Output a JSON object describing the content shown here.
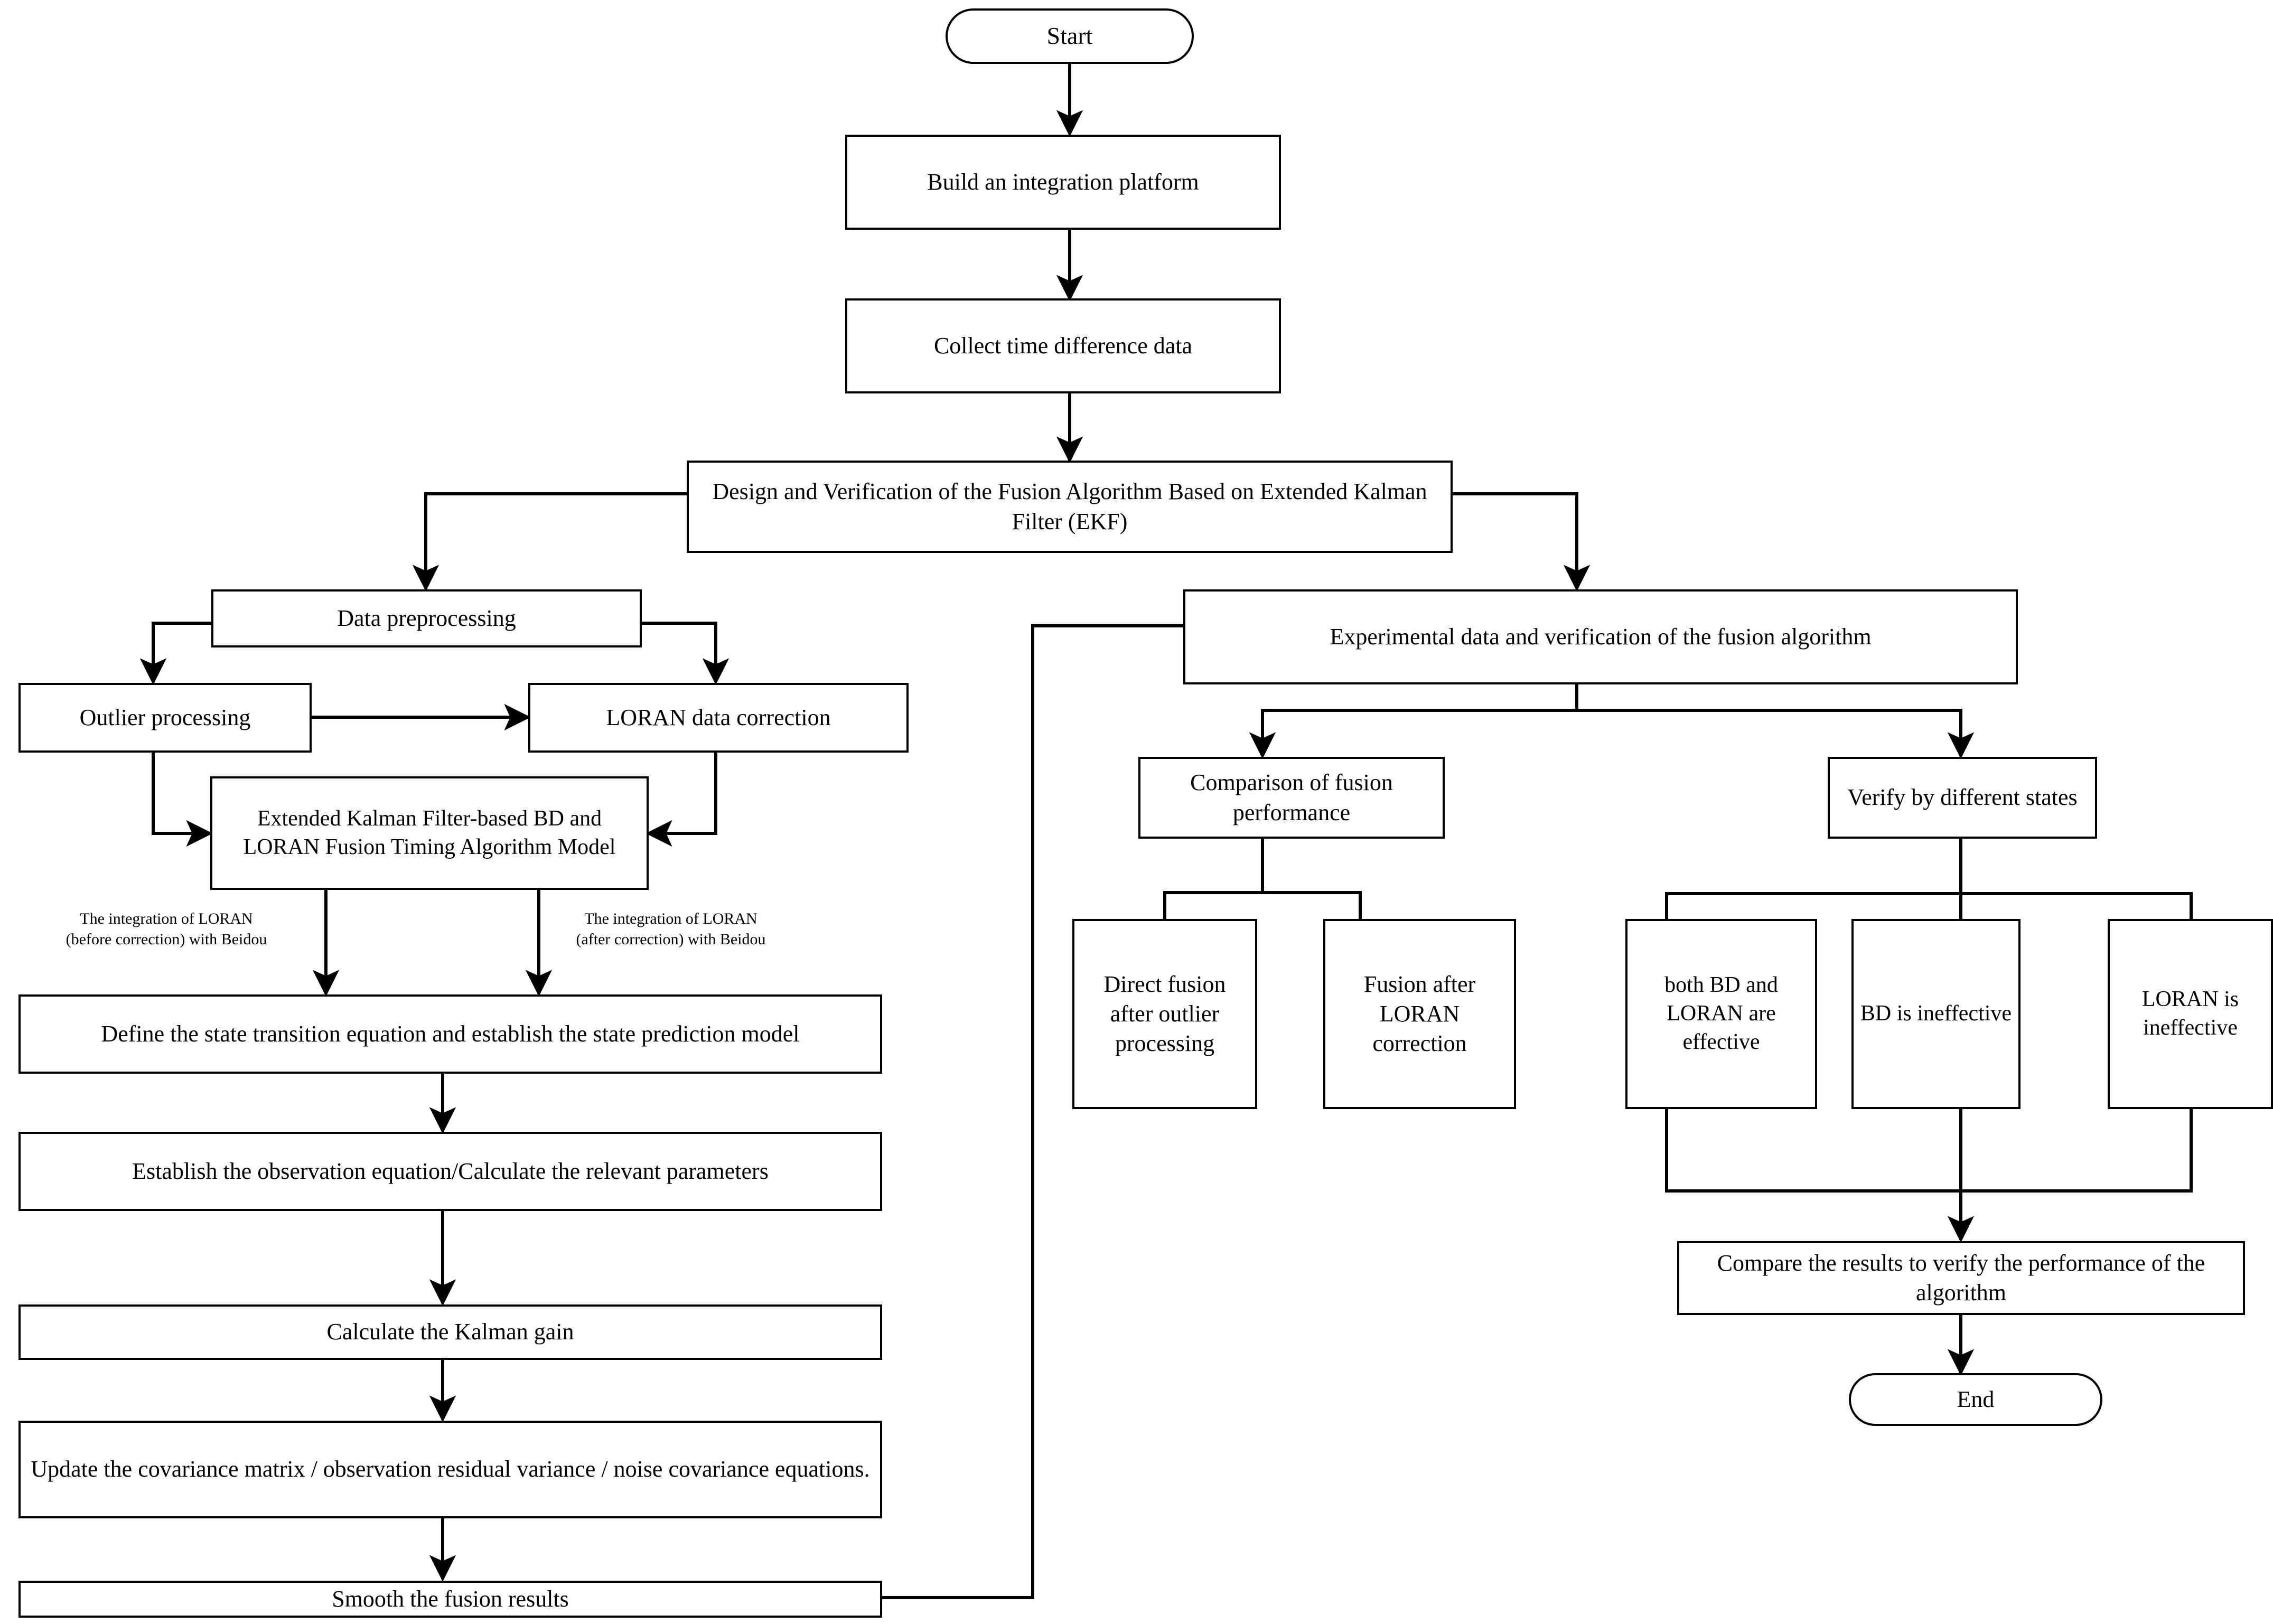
{
  "diagram": {
    "title": "Flowchart of BD and LORAN fusion timing algorithm design and verification",
    "stroke_color": "#000000",
    "background_color": "#ffffff"
  },
  "nodes": {
    "start": "Start",
    "build_platform": "Build an integration platform",
    "collect_data": "Collect time difference data",
    "design_verification": "Design and Verification of the Fusion Algorithm Based on Extended Kalman Filter (EKF)",
    "data_preprocessing": "Data preprocessing",
    "outlier_processing": "Outlier processing",
    "loran_correction": "LORAN data correction",
    "ekf_model": "Extended Kalman Filter-based BD and LORAN Fusion Timing Algorithm Model",
    "state_transition": "Define the state transition equation and establish the state prediction model",
    "observation_equation": "Establish the observation equation/Calculate the relevant parameters",
    "kalman_gain": "Calculate the Kalman gain",
    "update_covariance": "Update the covariance matrix / observation residual variance / noise covariance equations.",
    "smooth_results": "Smooth the fusion results",
    "experimental_data": "Experimental data and verification of the fusion algorithm",
    "comparison_fusion": "Comparison of fusion performance",
    "verify_states": "Verify by different states",
    "direct_fusion": "Direct fusion after outlier processing",
    "fusion_after_loran": "Fusion after LORAN correction",
    "both_effective": "both BD and LORAN are effective",
    "bd_ineffective": "BD is ineffective",
    "loran_ineffective": "LORAN is ineffective",
    "compare_results": "Compare the results to verify the performance of the algorithm",
    "end": "End"
  },
  "edge_labels": {
    "before_correction": "The integration of LORAN (before correction) with Beidou",
    "after_correction": "The integration of LORAN (after correction) with Beidou"
  }
}
